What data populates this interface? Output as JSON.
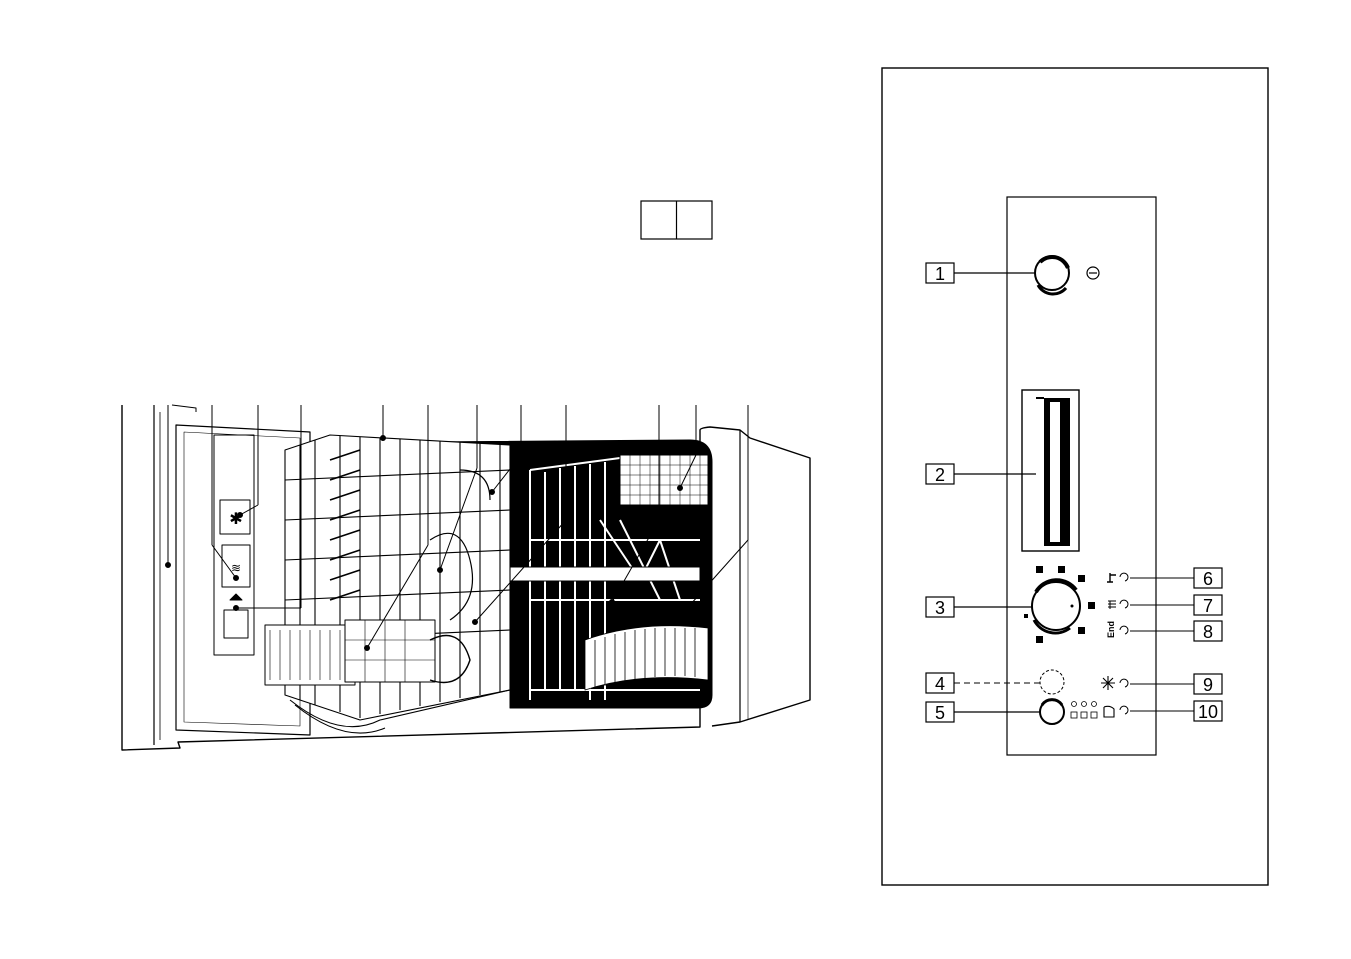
{
  "page_box": {
    "left": "",
    "right": ""
  },
  "panel": {
    "callouts": [
      "1",
      "2",
      "3",
      "4",
      "5",
      "6",
      "7",
      "8",
      "9",
      "10"
    ],
    "indicator_end": "End",
    "dot_label": "⋅"
  },
  "dishwasher": {
    "leader_count": 12
  },
  "colors": {
    "ink": "#000000",
    "paper": "#ffffff"
  }
}
